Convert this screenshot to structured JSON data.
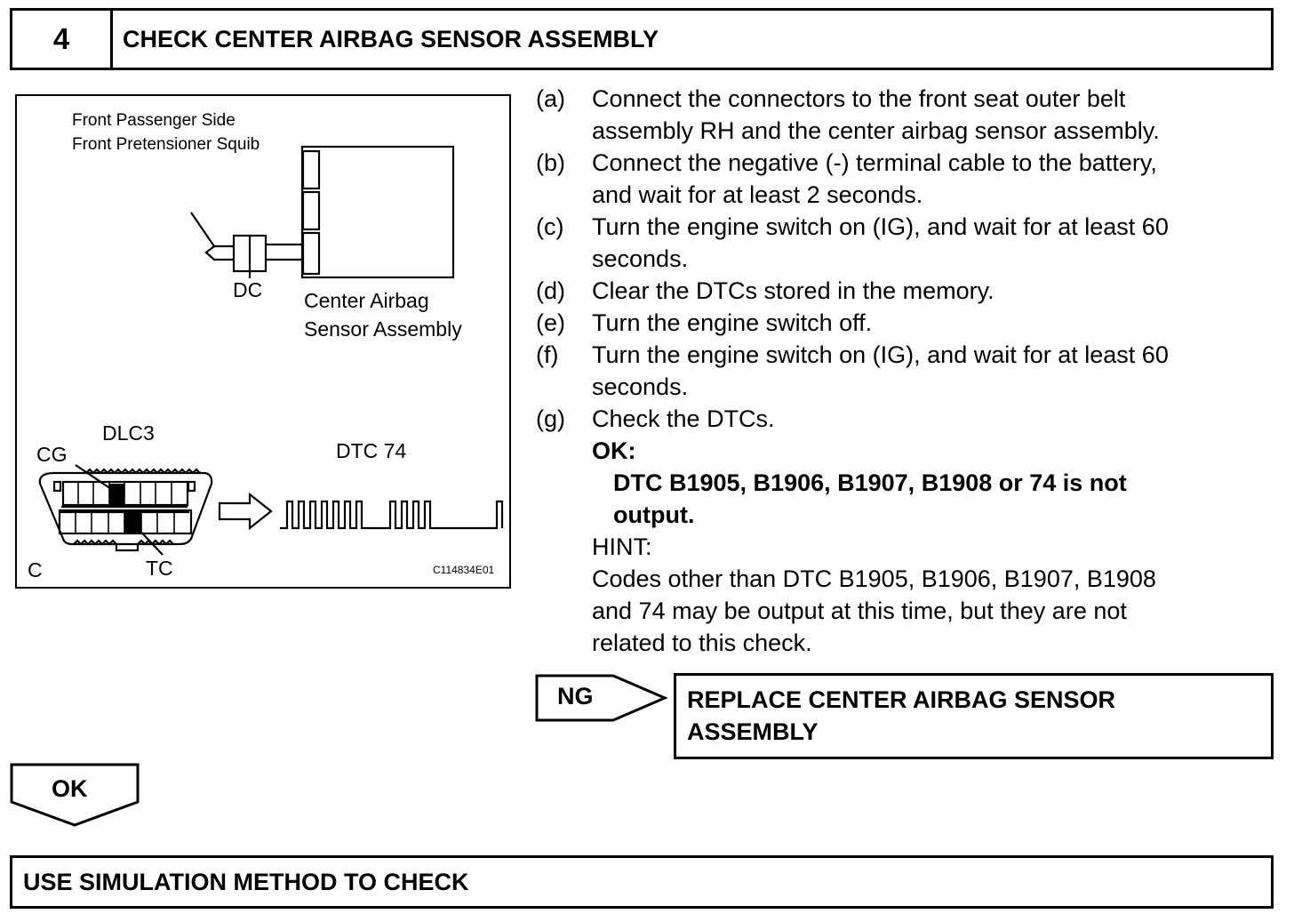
{
  "header": {
    "step_number": "4",
    "title": "CHECK CENTER AIRBAG SENSOR ASSEMBLY"
  },
  "figure": {
    "squib_label_line1": "Front Passenger Side",
    "squib_label_line2": "Front Pretensioner Squib",
    "connector_dc": "DC",
    "sensor_label_line1": "Center Airbag",
    "sensor_label_line2": "Sensor Assembly",
    "dlc_label": "DLC3",
    "pin_cg": "CG",
    "pin_tc": "TC",
    "connector_c": "C",
    "dtc_label": "DTC 74",
    "figure_code": "C114834E01"
  },
  "procedure": {
    "steps": [
      {
        "letter": "(a)",
        "lines": [
          "Connect the connectors to the front seat outer belt",
          "assembly RH and the center airbag sensor assembly."
        ]
      },
      {
        "letter": "(b)",
        "lines": [
          "Connect the negative (-) terminal cable to the battery,",
          "and wait for at least 2 seconds."
        ]
      },
      {
        "letter": "(c)",
        "lines": [
          "Turn the engine switch on (IG), and wait for at least 60",
          "seconds."
        ]
      },
      {
        "letter": "(d)",
        "lines": [
          "Clear the DTCs stored in the memory."
        ]
      },
      {
        "letter": "(e)",
        "lines": [
          "Turn the engine switch off."
        ]
      },
      {
        "letter": "(f)",
        "lines": [
          "Turn the engine switch on (IG), and wait for at least 60",
          "seconds."
        ]
      },
      {
        "letter": "(g)",
        "lines": [
          "Check the DTCs."
        ]
      }
    ],
    "ok_label": "OK:",
    "ok_criteria_line1": "DTC B1905, B1906, B1907, B1908 or 74 is not",
    "ok_criteria_line2": "output.",
    "hint_label": "HINT:",
    "hint_line1": "Codes other than DTC B1905, B1906, B1907, B1908",
    "hint_line2": "and 74 may be output at this time, but they are not",
    "hint_line3": "related to this check."
  },
  "ng_branch": {
    "label": "NG",
    "result_line1": "REPLACE CENTER AIRBAG SENSOR",
    "result_line2": "ASSEMBLY"
  },
  "ok_branch": {
    "label": "OK"
  },
  "next_step": {
    "text": "USE SIMULATION METHOD TO CHECK"
  }
}
